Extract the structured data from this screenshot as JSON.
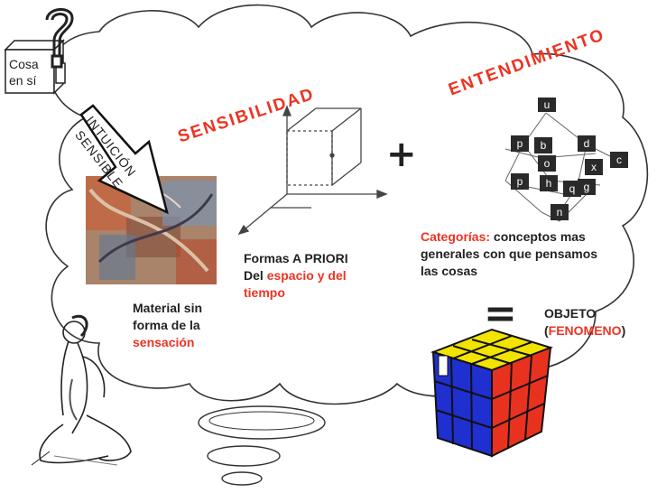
{
  "thing_in_itself": {
    "line1": "Cosa",
    "line2": "en sí"
  },
  "intuition": {
    "line1": "INTUICIÓN",
    "line2": "SENSIBLE"
  },
  "sensibilidad_title": "SENSIBILIDAD",
  "entendimiento_title": "ENTENDIMIENTO",
  "plus_sign": "+",
  "equals_sign": "=",
  "material": {
    "line1": "Material sin",
    "line2": "forma de la",
    "highlight": "sensación"
  },
  "formas": {
    "line1": "Formas A PRIORI",
    "prefix": "Del",
    "highlight": "espacio y del",
    "highlight2": "tiempo"
  },
  "categorias": {
    "highlight": "Categorías:",
    "rest1": "conceptos mas",
    "line2": "generales con que pensamos",
    "line3": "las cosas"
  },
  "objeto": {
    "line1": "OBJETO",
    "open": "(",
    "highlight": "FENOMENO",
    "close": ")"
  },
  "category_letters": [
    "u",
    "p",
    "b",
    "d",
    "o",
    "x",
    "c",
    "g",
    "p",
    "h",
    "q",
    "n"
  ],
  "colors": {
    "accent_red": "#ee3322",
    "text": "#222222",
    "cloud_stroke": "#333333"
  }
}
